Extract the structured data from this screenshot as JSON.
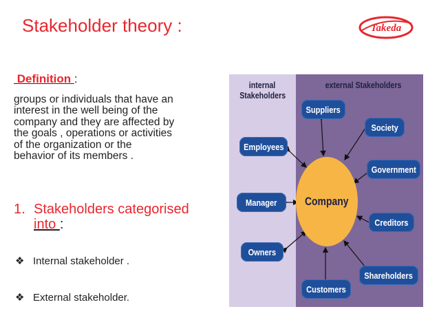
{
  "title": "Stakeholder theory :",
  "logo": {
    "text": "Takeda",
    "color": "#e8262d"
  },
  "definition": {
    "heading": " Definition ",
    "colon": ":",
    "lines": [
      "groups or individuals that have an",
      "interest in the well being of the",
      "company and they are affected by",
      "the goals , operations or activities",
      "of the organization or the",
      "behavior of its members ."
    ]
  },
  "list": {
    "number": "1.",
    "line1": "Stakeholders  categorised",
    "line2": "into ",
    "colon": ":"
  },
  "bullets": [
    {
      "icon": "diamond-bullet-icon",
      "glyph": "❖",
      "text": "Internal stakeholder ."
    },
    {
      "icon": "diamond-bullet-icon",
      "glyph": "❖",
      "text": "External stakeholder."
    }
  ],
  "diagram": {
    "internal_header_1": "internal",
    "internal_header_2": "Stakeholders",
    "external_header": "external Stakeholders",
    "center": "Company",
    "internal_nodes": [
      "Employees",
      "Manager",
      "Owners"
    ],
    "external_nodes": [
      "Suppliers",
      "Society",
      "Government",
      "Creditors",
      "Shareholders",
      "Customers"
    ],
    "colors": {
      "internal_panel": "#d8cde7",
      "external_panel": "#7e6799",
      "node": "#1f4f9a",
      "center": "#f6b545"
    }
  }
}
